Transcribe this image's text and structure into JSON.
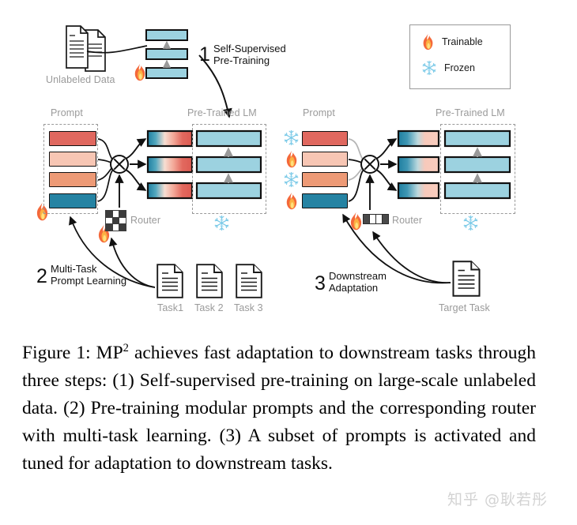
{
  "figure": {
    "legend": {
      "title": "",
      "items": [
        {
          "icon": "flame-icon",
          "label": "Trainable"
        },
        {
          "icon": "snowflake-icon",
          "label": "Frozen"
        }
      ]
    },
    "step1": {
      "number": "1",
      "line1": "Self-Supervised",
      "line2": "Pre-Training",
      "source_label": "Unlabeled Data",
      "lm_bars": 3
    },
    "step2": {
      "number": "2",
      "line1": "Multi-Task",
      "line2": "Prompt Learning",
      "prompt_label": "Prompt",
      "lm_label": "Pre-Trained LM",
      "router_label": "Router",
      "prompt_colors": [
        "#e0685f",
        "#f7c6b4",
        "#ed9a76",
        "#2583a3"
      ],
      "prompt_active": [
        true,
        true,
        true,
        true
      ],
      "tasks": [
        "Task1",
        "Task 2",
        "Task 3"
      ],
      "markers": {
        "prompt": "flame-icon",
        "router": "flame-icon",
        "lm": "snowflake-icon"
      }
    },
    "step3": {
      "number": "3",
      "line1": "Downstream",
      "line2": "Adaptation",
      "prompt_label": "Prompt",
      "lm_label": "Pre-Trained LM",
      "router_label": "Router",
      "prompt_colors": [
        "#e0685f",
        "#f7c6b4",
        "#ed9a76",
        "#2583a3"
      ],
      "prompt_markers": [
        "snowflake-icon",
        "flame-icon",
        "snowflake-icon",
        "flame-icon"
      ],
      "prompt_active": [
        false,
        true,
        false,
        true
      ],
      "task": "Target Task",
      "markers": {
        "prompt": "flame-icon",
        "router": "flame-icon",
        "lm": "snowflake-icon"
      }
    },
    "colors": {
      "lm_bar": "#9cd2e0",
      "lm_bar_dark": "#7ec3d6",
      "prompt_red": "#e0685f",
      "prompt_pink": "#f7c6b4",
      "prompt_orange": "#ed9a76",
      "prompt_teal": "#2583a3",
      "gray_label": "#9a9a9a",
      "flame": "#f26d3d",
      "snowflake": "#7ecbe8",
      "outline": "#111111"
    }
  },
  "caption": {
    "prefix": "Figure 1: MP",
    "sup": "2",
    "body": " achieves fast adaptation to downstream tasks through three steps:  (1) Self-supervised pre-training on large-scale unlabeled data. (2) Pre-training modular prompts and the corresponding router with multi-task learning.  (3) A subset of prompts is activated and tuned for adaptation to downstream tasks."
  },
  "watermark": {
    "text": "知乎 @耿若彤"
  }
}
